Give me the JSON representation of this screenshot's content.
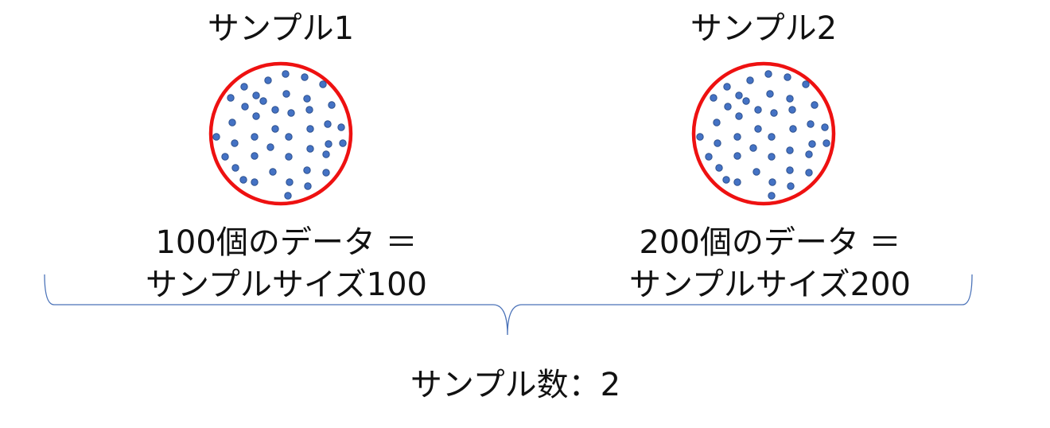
{
  "samples": [
    {
      "title": "サンプル1",
      "description_line1": "100個のデータ ＝",
      "description_line2": "サンプルサイズ100"
    },
    {
      "title": "サンプル2",
      "description_line1": "200個のデータ ＝",
      "description_line2": "サンプルサイズ200"
    }
  ],
  "summary": "サンプル数：2",
  "colors": {
    "circle_stroke": "#ee1111",
    "dot_fill": "#4472c4",
    "dot_stroke": "#2f528f",
    "brace": "#4a72b8"
  }
}
